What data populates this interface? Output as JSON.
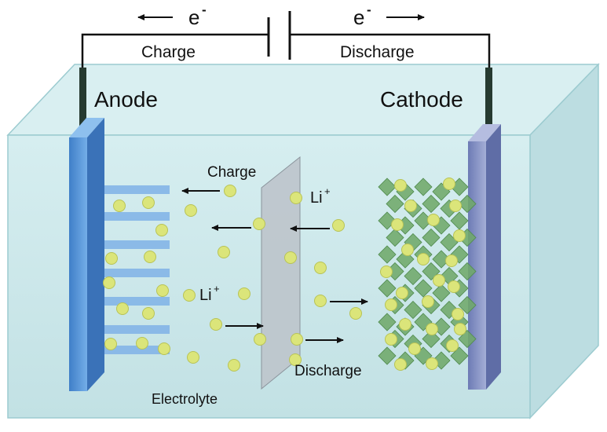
{
  "labels": {
    "electron_left": "e",
    "electron_right": "e",
    "electron_sup": "-",
    "charge_top": "Charge",
    "discharge_top": "Discharge",
    "anode": "Anode",
    "cathode": "Cathode",
    "charge_inner": "Charge",
    "li_right": "Li",
    "li_left": "Li",
    "li_sup": "+",
    "discharge_inner": "Discharge",
    "electrolyte": "Electrolyte"
  },
  "colors": {
    "tank_fill": "#cfe8ea",
    "tank_edge": "#8fc3c8",
    "anode": "#4f8fd6",
    "cathode": "#8290c4",
    "separator": "#b7bfc6",
    "ion": "#dbe57a",
    "cathode_crystal": "#6fa86a",
    "graphite": "#7fb2e6"
  }
}
